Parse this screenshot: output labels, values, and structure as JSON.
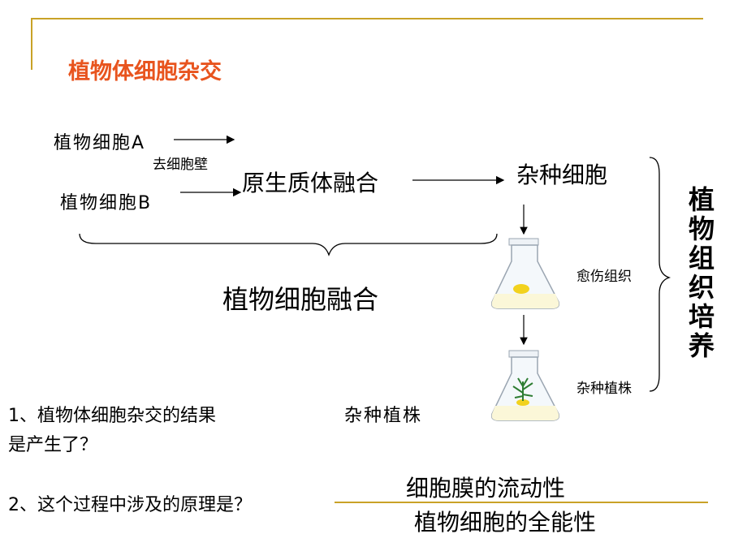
{
  "title": "植物体细胞杂交",
  "diagram": {
    "cell_a": "植物细胞A",
    "cell_b": "植物细胞B",
    "remove_wall": "去细胞壁",
    "protoplast_fusion": "原生质体融合",
    "hybrid_cell": "杂种细胞",
    "cell_fusion_label": "植物细胞融合",
    "callus": "愈伤组织",
    "hybrid_plant_label": "杂种植株",
    "tissue_culture": "植物组织培养"
  },
  "questions": {
    "q1_line1": "1、植物体细胞杂交的结果",
    "q1_line2": "是产生了？",
    "q1_answer": "杂种植株",
    "q2": "2、这个过程中涉及的原理是？",
    "q2_answer1": "细胞膜的流动性",
    "q2_answer2": "植物细胞的全能性"
  },
  "colors": {
    "accent_line": "#c9a227",
    "title": "#e8541e"
  }
}
